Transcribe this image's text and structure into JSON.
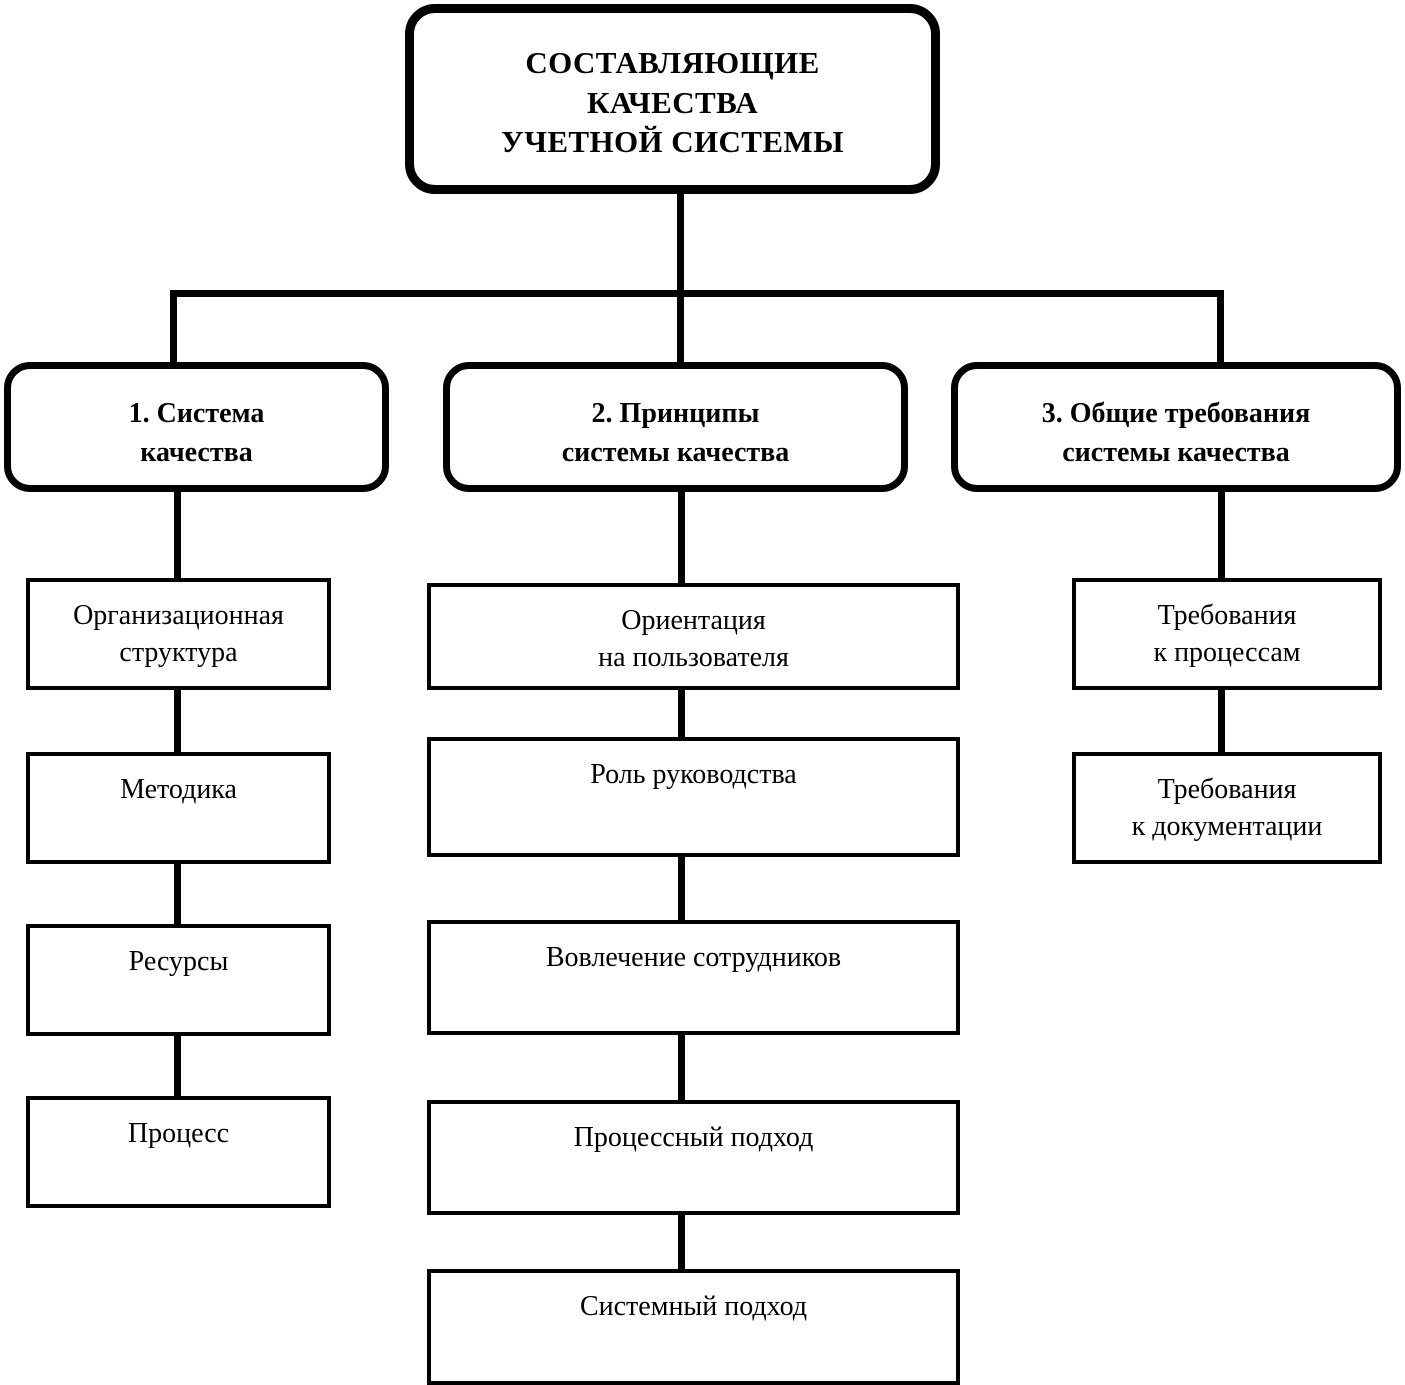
{
  "diagram": {
    "title": "СОСТАВЛЯЮЩИЕ КАЧЕСТВА УЧЕТНОЙ СИСТЕМЫ",
    "root": {
      "label": "СОСТАВЛЯЮЩИЕ\nКАЧЕСТВА\nУЧЕТНОЙ СИСТЕМЫ"
    },
    "branches": [
      {
        "index": "1",
        "label": "1. Система\nкачества",
        "children": [
          {
            "label": "Организационная\nструктура"
          },
          {
            "label": "Методика"
          },
          {
            "label": "Ресурсы"
          },
          {
            "label": "Процесс"
          }
        ]
      },
      {
        "index": "2",
        "label": "2. Принципы\nсистемы качества",
        "children": [
          {
            "label": "Ориентация\nна пользователя"
          },
          {
            "label": "Роль руководства"
          },
          {
            "label": "Вовлечение сотрудников"
          },
          {
            "label": "Процессный подход"
          },
          {
            "label": "Системный подход"
          }
        ]
      },
      {
        "index": "3",
        "label": "3. Общие требования\nсистемы качества",
        "children": [
          {
            "label": "Требования\nк процессам"
          },
          {
            "label": "Требования\nк документации"
          }
        ]
      }
    ],
    "colors": {
      "stroke": "#000000",
      "fill": "#ffffff",
      "text": "#000000"
    }
  }
}
